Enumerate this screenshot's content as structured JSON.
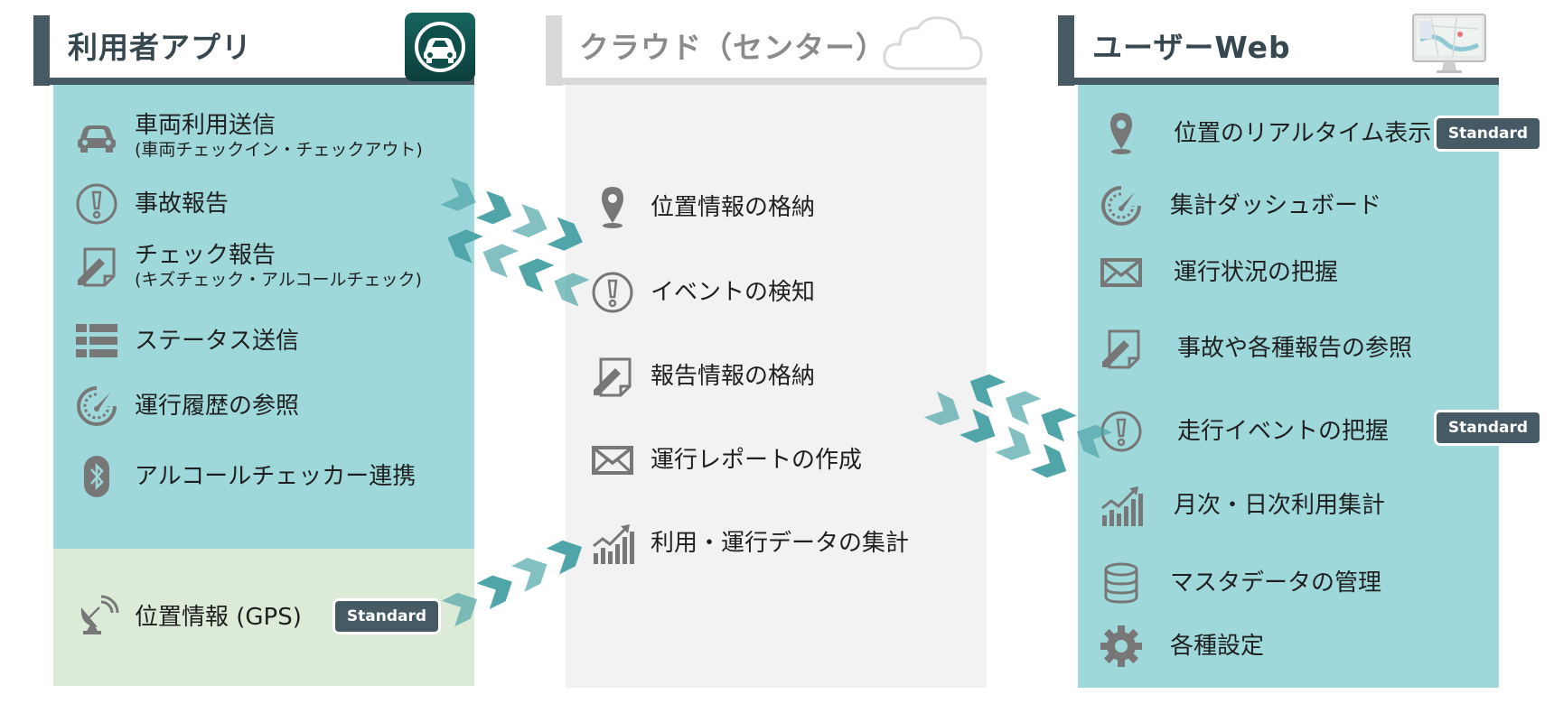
{
  "colors": {
    "teal": "#9fd8da",
    "green": "#dcebd8",
    "gray": "#f2f2f2",
    "dark": "#455a64",
    "arrow": "#4fa5a8"
  },
  "left": {
    "title": "利用者アプリ",
    "items": [
      {
        "label": "車両利用送信",
        "sub": "(車両チェックイン・チェックアウト)",
        "icon": "car-icon"
      },
      {
        "label": "事故報告",
        "icon": "alert-circle-icon"
      },
      {
        "label": "チェック報告",
        "sub": "(キズチェック・アルコールチェック)",
        "icon": "report-note-icon"
      },
      {
        "label": "ステータス送信",
        "icon": "list-icon"
      },
      {
        "label": "運行履歴の参照",
        "icon": "speedometer-icon"
      },
      {
        "label": "アルコールチェッカー連携",
        "icon": "bluetooth-icon"
      }
    ],
    "gps": {
      "label": "位置情報 (GPS)",
      "badge": "Standard",
      "icon": "satellite-dish-icon"
    }
  },
  "center": {
    "title": "クラウド（センター）",
    "items": [
      {
        "label": "位置情報の格納",
        "icon": "map-pin-icon"
      },
      {
        "label": "イベントの検知",
        "icon": "alert-circle-icon"
      },
      {
        "label": "報告情報の格納",
        "icon": "report-note-icon"
      },
      {
        "label": "運行レポートの作成",
        "icon": "envelope-icon"
      },
      {
        "label": "利用・運行データの集計",
        "icon": "bar-chart-icon"
      }
    ]
  },
  "right": {
    "title": "ユーザーWeb",
    "items": [
      {
        "label": "位置のリアルタイム表示",
        "icon": "map-pin-icon",
        "badge": "Standard"
      },
      {
        "label": "集計ダッシュボード",
        "icon": "speedometer-icon"
      },
      {
        "label": "運行状況の把握",
        "icon": "envelope-icon"
      },
      {
        "label": "事故や各種報告の参照",
        "icon": "report-note-icon"
      },
      {
        "label": "走行イベントの把握",
        "icon": "alert-circle-icon",
        "badge": "Standard"
      },
      {
        "label": "月次・日次利用集計",
        "icon": "bar-chart-icon"
      },
      {
        "label": "マスタデータの管理",
        "icon": "database-icon"
      },
      {
        "label": "各種設定",
        "icon": "gear-icon"
      }
    ]
  }
}
